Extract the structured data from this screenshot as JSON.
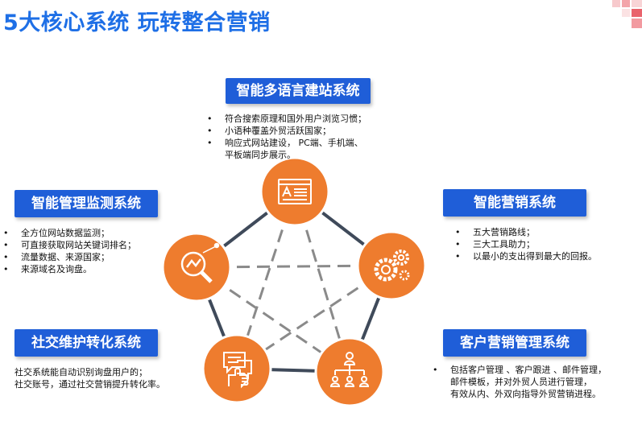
{
  "title": "5大核心系统  玩转整合营销",
  "colors": {
    "title": "#1e6fe6",
    "label_bg": "#1f5ed8",
    "node": "#ee7c2e",
    "edge": "#3f4a5a",
    "cross": "#8a8a8a"
  },
  "systems": {
    "website": {
      "label": "智能多语言建站系统",
      "icon": "webpage-icon",
      "bullets": [
        "符合搜索原理和国外用户浏览习惯；",
        "小语种覆盖外贸活跃国家；",
        "响应式网站建设， PC端、手机端、",
        "平板端同步展示。"
      ]
    },
    "monitor": {
      "label": "智能管理监测系统",
      "icon": "magnifier-analytics-icon",
      "bullets": [
        "全方位网站数据监测；",
        "可直接获取网站关键词排名；",
        "流量数据、来源国家；",
        "来源域名及询盘。"
      ]
    },
    "marketing": {
      "label": "智能营销系统",
      "icon": "gears-icon",
      "bullets": [
        "五大营销路线；",
        "三大工具助力；",
        "以最小的支出得到最大的回报。"
      ]
    },
    "social": {
      "label": "社交维护转化系统",
      "icon": "chat-hand-icon",
      "lines": [
        "社交系统能自动识别询盘用户的；",
        "社交账号，通过社交营销提升转化率。"
      ]
    },
    "customer": {
      "label": "客户营销管理系统",
      "icon": "org-chart-icon",
      "bullets": [
        "包括客户管理 、客户跟进 、邮件管理，",
        "邮件模板，并对外贸人员进行管理，",
        "有效从内、外双向指导外贸营销进程。"
      ]
    }
  }
}
